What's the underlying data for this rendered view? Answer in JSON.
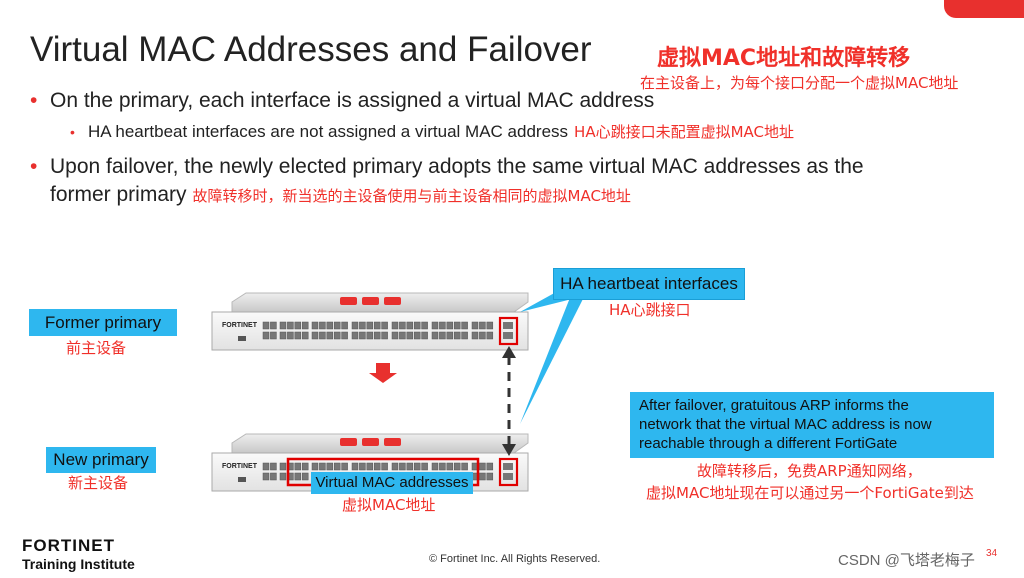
{
  "slide": {
    "title": "Virtual MAC Addresses and Failover",
    "title_cn": "虚拟MAC地址和故障转移",
    "top_note_cn": "在主设备上，为每个接口分配一个虚拟MAC地址",
    "bullets": [
      {
        "text": "On the primary, each interface is assigned a virtual MAC address"
      },
      {
        "text": "HA heartbeat interfaces are not assigned a virtual MAC address",
        "note_cn": "HA心跳接口未配置虚拟MAC地址"
      },
      {
        "text_line1": "Upon failover, the newly elected primary adopts the same virtual MAC addresses as the",
        "text_line2": "former primary",
        "note_cn": "故障转移时，新当选的主设备使用与前主设备相同的虚拟MAC地址"
      }
    ]
  },
  "diagram": {
    "former_primary": {
      "label": "Former primary",
      "label_cn": "前主设备"
    },
    "new_primary": {
      "label": "New primary",
      "label_cn": "新主设备"
    },
    "hb_callout": {
      "label": "HA heartbeat interfaces",
      "label_cn": "HA心跳接口"
    },
    "vmac_label": {
      "label": "Virtual MAC addresses",
      "label_cn": "虚拟MAC地址"
    },
    "arp_callout": {
      "line1": "After failover, gratuitous ARP informs the",
      "line2": "network that the virtual MAC address is now",
      "line3": "reachable through a different FortiGate",
      "cn_line1": "故障转移后，免费ARP通知网络，",
      "cn_line2": "虚拟MAC地址现在可以通过另一个FortiGate到达"
    },
    "device_brand": "FORTINET",
    "colors": {
      "accent": "#e8302e",
      "callout_blue": "#2eb7ef",
      "cn_red": "#f0302a"
    }
  },
  "footer": {
    "copyright": "© Fortinet Inc. All Rights Reserved.",
    "logo": "FORTINET",
    "logo_sub": "Training Institute",
    "watermark": "CSDN @飞塔老梅子",
    "page_number": "34"
  }
}
